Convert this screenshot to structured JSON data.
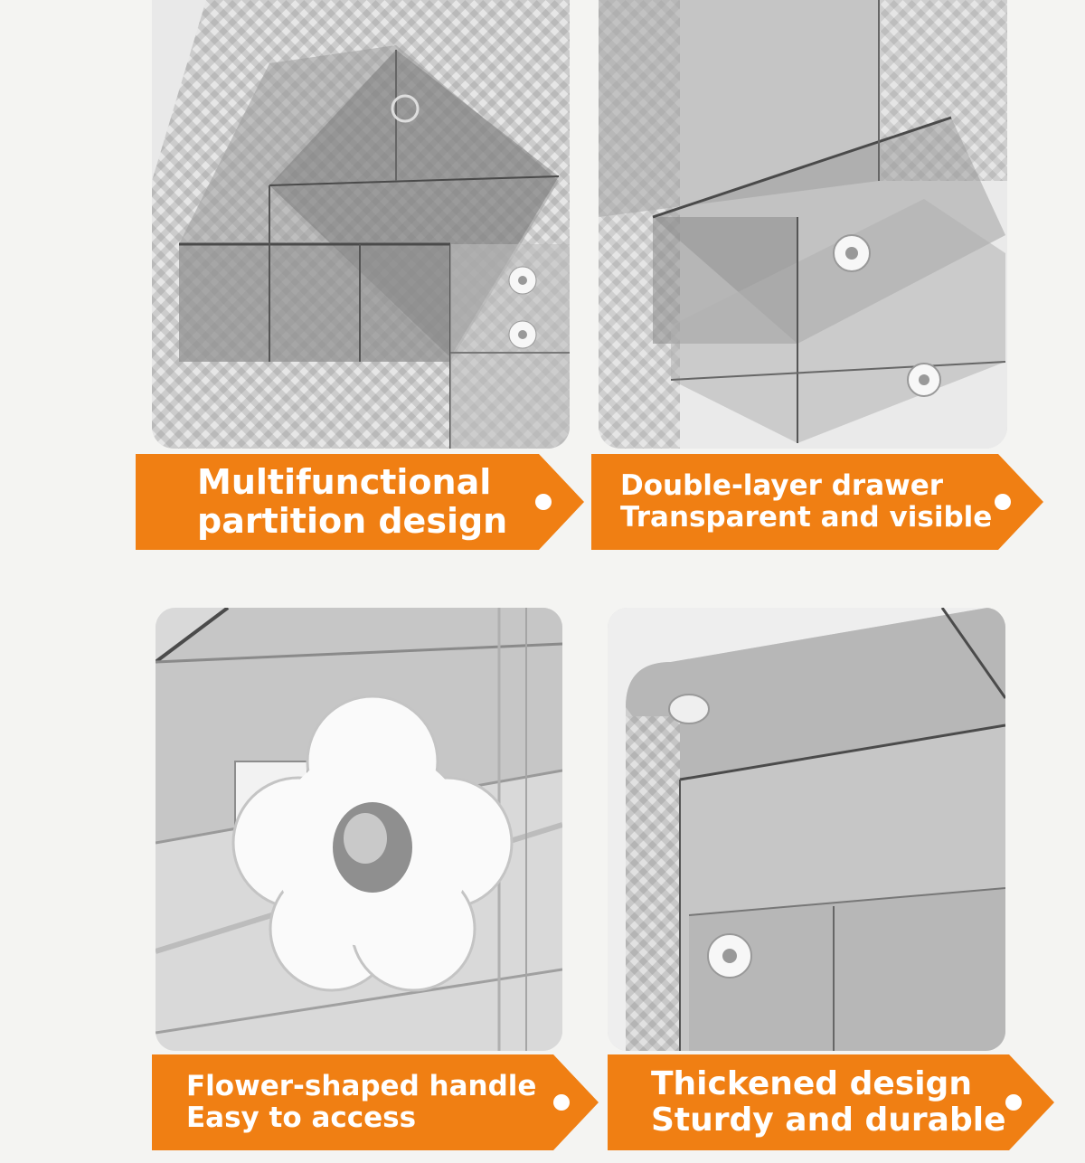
{
  "colors": {
    "banner_orange": "#f07f13",
    "background": "#f4f4f2",
    "acrylic_grey": "#b9b9b9"
  },
  "features": [
    {
      "line1": "Multifunctional",
      "line2": "partition design"
    },
    {
      "line1": "Double-layer drawer",
      "line2": "Transparent and visible"
    },
    {
      "line1": "Flower-shaped handle",
      "line2": "Easy to access"
    },
    {
      "line1": "Thickened design",
      "line2": "Sturdy and durable"
    }
  ]
}
